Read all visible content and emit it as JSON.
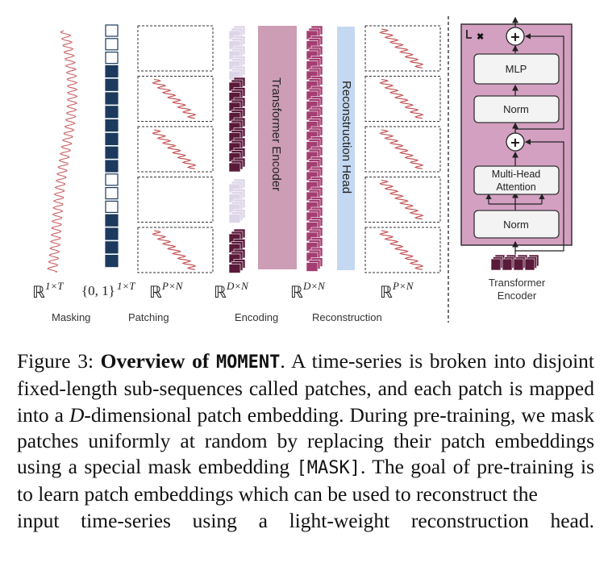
{
  "figure": {
    "columns": {
      "masking": "Masking",
      "patching": "Patching",
      "encoding": "Encoding",
      "reconstruction": "Reconstruction"
    },
    "math": {
      "input": "ℝ",
      "input_sup": "1×T",
      "mask": "{0, 1}",
      "mask_sup": "1×T",
      "patches": "ℝ",
      "patches_sup": "P×N",
      "embed": "ℝ",
      "embed_sup": "D×N",
      "recon": "ℝ",
      "recon_sup": "D×N",
      "output": "ℝ",
      "output_sup": "P×N"
    },
    "encoder_label": "Transformer Encoder",
    "head_label": "Reconstruction Head",
    "block": {
      "repeat_mark": "L ×",
      "mlp": "MLP",
      "norm_top": "Norm",
      "attention_line1": "Multi-Head",
      "attention_line2": "Attention",
      "norm_bottom": "Norm",
      "plus": "+",
      "caption_line1": "Transformer",
      "caption_line2": "Encoder"
    },
    "colors": {
      "mask_filled": "#1c3a5e",
      "embedding_dark": "#5a1a3a",
      "embedding_light": "#ddd5e8",
      "encoder": "#cc9db4",
      "head": "#c4d8f2",
      "block_bg": "#d4a0c2",
      "series": "#c0484a"
    }
  },
  "caption": {
    "prefix": "Figure 3: ",
    "bold": "Overview of ",
    "model": "MOMENT",
    "sent1_tail": ". A time-series is broken into disjoint fixed-length sub-sequences called patches, and each patch is mapped into a ",
    "d": "D",
    "sent2": "-dimensional patch embedding. During pre-training, we mask patches uniformly at random by replacing their patch embeddings using a special mask embedding ",
    "mask_token": "[MASK]",
    "sent3": ". The goal of pre-training is to learn patch embeddings which can be used to reconstruct the",
    "last_line": "input time-series using a light-weight reconstruction head."
  }
}
